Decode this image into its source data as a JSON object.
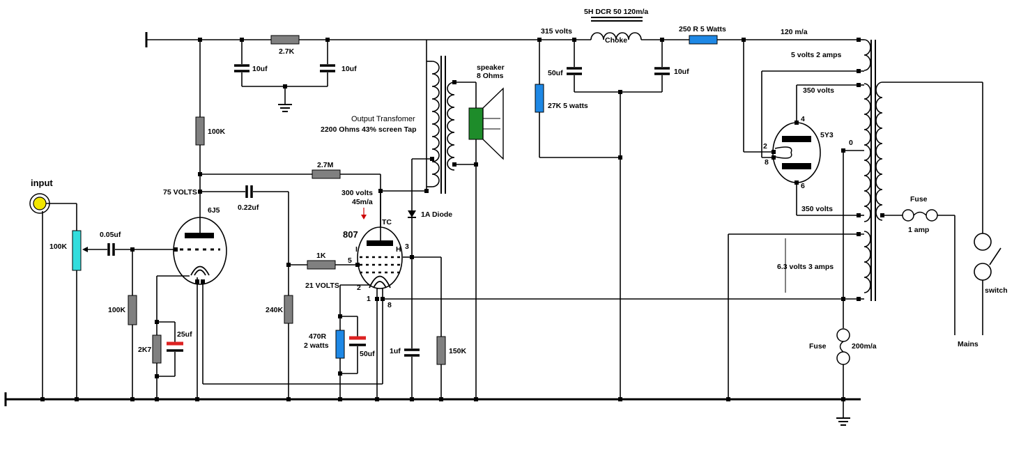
{
  "colors": {
    "wire": "#000000",
    "resistor": "#808080",
    "resistor_blue": "#1e88e5",
    "pot_cyan": "#33dddd",
    "cap_red": "#dd2222",
    "speaker_green": "#1e8c2a",
    "input_jack": "#f2e600",
    "arrow_red": "#cc0000"
  },
  "labels": {
    "input": "input",
    "pot": "100K",
    "c_in": "0.05uf",
    "r_grid": "100K",
    "r_cath_6j5": "2K7",
    "c_cath_6j5": "25uf",
    "tube1": "6J5",
    "v75": "75 VOLTS",
    "r_plate_6j5": "100K",
    "c_coupling": "0.22uf",
    "r_240k": "240K",
    "r_fb": "2.7M",
    "r_1k": "1K",
    "tube2": "807",
    "tc": "TC",
    "v300": "300 volts",
    "i45": "45m/a",
    "v21": "21 VOLTS",
    "pin5": "5",
    "pin3": "3",
    "pin2": "2",
    "pin1": "1",
    "pin8_807": "8",
    "pin_i": "I",
    "pin_h": "H",
    "r_470": "470R",
    "r_470_w": "2 watts",
    "c_50uf_cath": "50uf",
    "c_1uf": "1uf",
    "r_150k": "150K",
    "diode": "1A Diode",
    "r_2k7": "2.7K",
    "c_10uf_a": "10uf",
    "c_10uf_b": "10uf",
    "ot1": "Output Transfomer",
    "ot2": "2200 Ohms 43% screen Tap",
    "speaker1": "speaker",
    "speaker2": "8 Ohms",
    "v315": "315 volts",
    "choke_spec": "5H DCR 50 120m/a",
    "choke": "Choke",
    "r_250": "250 R 5 Watts",
    "i120": "120 m/a",
    "c_50uf_sup": "50uf",
    "c_10uf_sup": "10uf",
    "r_27k": "27K 5 watts",
    "v5": "5 volts 2 amps",
    "v350a": "350 volts",
    "v350b": "350 volts",
    "rect": "5Y3",
    "rect_p4": "4",
    "rect_p2": "2",
    "rect_p8": "8",
    "rect_p6": "6",
    "ct0": "0",
    "v63": "6.3 volts 3 amps",
    "fuse_main": "Fuse",
    "fuse_main_r": "1 amp",
    "fuse_ht": "Fuse",
    "fuse_ht_r": "200m/a",
    "mains": "Mains",
    "switch": "switch"
  }
}
